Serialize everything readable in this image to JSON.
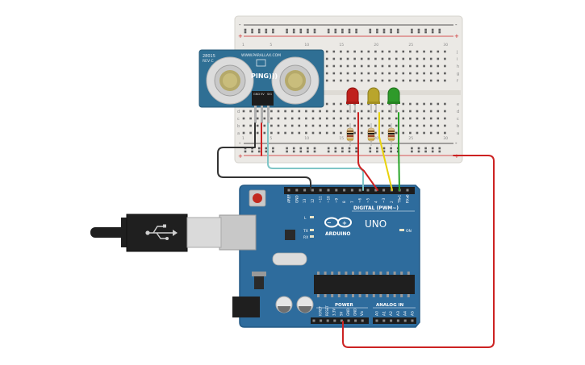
{
  "sensor": {
    "model_line1": "28015",
    "model_line2": "REV C",
    "brand_url": "WWW.PARALLAX.COM",
    "name": "PING)))",
    "pins": [
      "GND",
      "5V",
      "SIG"
    ]
  },
  "arduino": {
    "brand": "ARDUINO",
    "model": "UNO",
    "digital_header": "DIGITAL (PWM~)",
    "power_header": "POWER",
    "analog_header": "ANALOG IN",
    "on_label": "ON",
    "tx_label": "TX",
    "rx_label": "RX",
    "l_label": "L",
    "top_pins": [
      "AREF",
      "GND",
      "13",
      "12",
      "~11",
      "~10",
      "~9",
      "8",
      "7",
      "~6",
      "~5",
      "4",
      "~3",
      "2",
      "TX▸1",
      "RX◂0"
    ],
    "power_pins": [
      "IOREF",
      "RESET",
      "3.3V",
      "5V",
      "GND",
      "GND",
      "Vin"
    ],
    "analog_pins": [
      "A0",
      "A1",
      "A2",
      "A3",
      "A4",
      "A5"
    ]
  },
  "breadboard": {
    "rail_plus": "+",
    "rail_minus": "-",
    "row_letters_top": [
      "j",
      "i",
      "h",
      "g",
      "f"
    ],
    "row_letters_bottom": [
      "e",
      "d",
      "c",
      "b",
      "a"
    ],
    "column_numbers": [
      "1",
      "5",
      "10",
      "15",
      "20",
      "25",
      "30"
    ]
  },
  "leds": [
    {
      "color_name": "red",
      "color": "#c0201c"
    },
    {
      "color_name": "yellow",
      "color": "#b9a52c"
    },
    {
      "color_name": "green",
      "color": "#2e9a2a"
    }
  ],
  "wires": {
    "black": "#333333",
    "red": "#cc2222",
    "cyan": "#7fc6c7",
    "yellow": "#e8d20a",
    "green": "#27a427"
  },
  "colors": {
    "board_blue": "#2e6c9d",
    "board_dark": "#245a85",
    "breadboard_bg": "#e9e7e3",
    "sensor_blue": "#2f6f94"
  }
}
